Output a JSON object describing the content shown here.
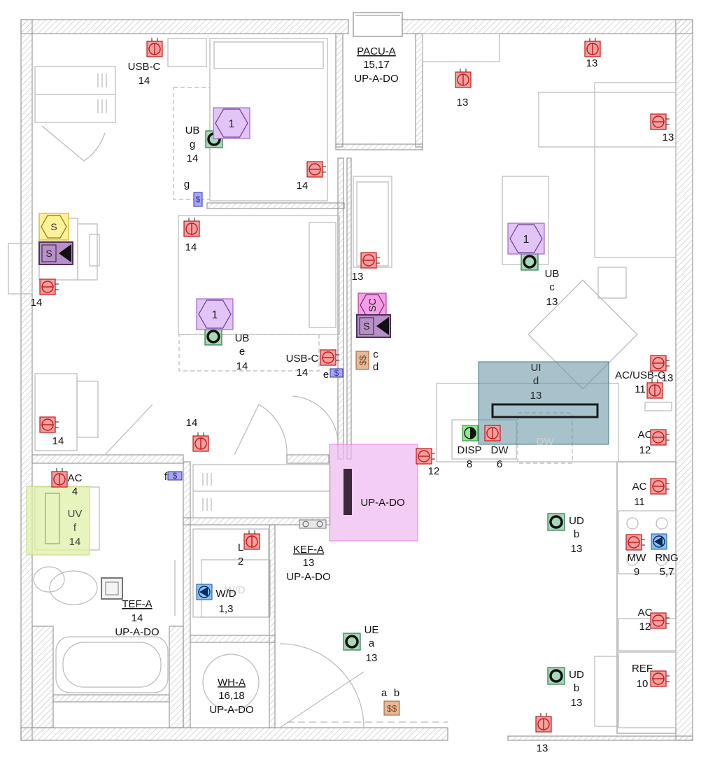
{
  "colors": {
    "wall": "#9a9a9a",
    "wall_hatch": "#c8c8c8",
    "fixture": "#b8b8b8",
    "outlet_fill": "#f2a0a0",
    "outlet_stroke": "#c01818",
    "light_fill": "#a8d8b8",
    "light_stroke": "#2a7a4a",
    "tag1_fill": "#e2c4f6",
    "tag1_stroke": "#9050c0",
    "smoke_fill": "#fff09a",
    "smoke_stroke": "#c8a800",
    "speaker_fill": "#b890c8",
    "speaker_stroke": "#503060",
    "sc_fill": "#f4a0e8",
    "sc_stroke": "#b02090",
    "switch_fill": "#a8a8f0",
    "switch_stroke": "#3030b0",
    "switch_brown_fill": "#e8b898",
    "switch_brown_stroke": "#9a5a38",
    "data_fill": "#88c0f0",
    "data_stroke": "#1a5aa0",
    "ui_box_fill": "#5f8fa0",
    "upado_box_fill": "#efb8f0",
    "uv_box_fill": "#dff0a8"
  },
  "equipment_tags": [
    {
      "name": "PACU-A",
      "circuit": "15,17",
      "note": "UP-A-DO"
    },
    {
      "name": "KEF-A",
      "circuit": "13",
      "note": "UP-A-DO"
    },
    {
      "name": "TEF-A",
      "circuit": "14",
      "note": "UP-A-DO"
    },
    {
      "name": "WH-A",
      "circuit": "16,18",
      "note": "UP-A-DO"
    }
  ],
  "upado_box_label": "UP-A-DO",
  "dw_fixture_label": "DW",
  "wd_fixture_label": "W/D",
  "fixture_labels": [
    {
      "id": "UB-g",
      "lines": [
        "UB",
        "g",
        "14"
      ]
    },
    {
      "id": "UB-e",
      "lines": [
        "UB",
        "e",
        "14"
      ]
    },
    {
      "id": "UB-c",
      "lines": [
        "UB",
        "c",
        "13"
      ]
    },
    {
      "id": "UI-d",
      "lines": [
        "UI",
        "d",
        "13"
      ]
    },
    {
      "id": "UD-b1",
      "lines": [
        "UD",
        "b",
        "13"
      ]
    },
    {
      "id": "UD-b2",
      "lines": [
        "UD",
        "b",
        "13"
      ]
    },
    {
      "id": "UE-a",
      "lines": [
        "UE",
        "a",
        "13"
      ]
    },
    {
      "id": "UV-f",
      "lines": [
        "UV",
        "f",
        "14"
      ]
    }
  ],
  "labels": [
    {
      "id": "usbc-top",
      "text": "USB-C"
    },
    {
      "id": "usbc-top-c",
      "text": "14"
    },
    {
      "id": "c-top-mid",
      "text": "13"
    },
    {
      "id": "c-top-right",
      "text": "13"
    },
    {
      "id": "c-right-1",
      "text": "13"
    },
    {
      "id": "c-bed-14",
      "text": "14"
    },
    {
      "id": "g-switch",
      "text": "g"
    },
    {
      "id": "c-left-14a",
      "text": "14"
    },
    {
      "id": "c-left-14b",
      "text": "14"
    },
    {
      "id": "c-13-hall",
      "text": "13"
    },
    {
      "id": "usbc-mid",
      "text": "USB-C"
    },
    {
      "id": "usbc-mid-c",
      "text": "14"
    },
    {
      "id": "e-switch",
      "text": "e"
    },
    {
      "id": "cd-c",
      "text": "c"
    },
    {
      "id": "cd-d",
      "text": "d"
    },
    {
      "id": "acusbc",
      "text": "AC/USB-C"
    },
    {
      "id": "acusbc-11",
      "text": "11"
    },
    {
      "id": "acusbc-13",
      "text": "13"
    },
    {
      "id": "c-left-14c",
      "text": "14"
    },
    {
      "id": "c-hall-14",
      "text": "14"
    },
    {
      "id": "ac-12a",
      "text": "AC"
    },
    {
      "id": "ac-12a-c",
      "text": "12"
    },
    {
      "id": "disp",
      "text": "DISP"
    },
    {
      "id": "disp-c",
      "text": "8"
    },
    {
      "id": "dw",
      "text": "DW"
    },
    {
      "id": "dw-c",
      "text": "6"
    },
    {
      "id": "c-12",
      "text": "12"
    },
    {
      "id": "ac-4",
      "text": "AC"
    },
    {
      "id": "ac-4-c",
      "text": "4"
    },
    {
      "id": "f-switch",
      "text": "f"
    },
    {
      "id": "ac-11",
      "text": "AC"
    },
    {
      "id": "ac-11-c",
      "text": "11"
    },
    {
      "id": "l-2",
      "text": "L"
    },
    {
      "id": "l-2-c",
      "text": "2"
    },
    {
      "id": "mw",
      "text": "MW"
    },
    {
      "id": "mw-c",
      "text": "9"
    },
    {
      "id": "rng",
      "text": "RNG"
    },
    {
      "id": "rng-c",
      "text": "5,7"
    },
    {
      "id": "wd",
      "text": "W/D"
    },
    {
      "id": "wd-c",
      "text": "1,3"
    },
    {
      "id": "ac-12b",
      "text": "AC"
    },
    {
      "id": "ac-12b-c",
      "text": "12"
    },
    {
      "id": "ref",
      "text": "REF"
    },
    {
      "id": "ref-c",
      "text": "10"
    },
    {
      "id": "ab-a",
      "text": "a"
    },
    {
      "id": "ab-b",
      "text": "b"
    },
    {
      "id": "c-bottom-13",
      "text": "13"
    }
  ],
  "symbol_glyphs": {
    "tag_number": "1",
    "smoke": "S",
    "speaker": "S",
    "sc_tag": "SC",
    "switch": "$",
    "switch_double": "$$"
  },
  "icons": [
    "outlet-icon",
    "light-fixture-icon",
    "hexagon-tag-icon",
    "smoke-detector-icon",
    "speaker-strobe-icon",
    "switch-icon",
    "data-outlet-icon",
    "disposal-icon"
  ]
}
